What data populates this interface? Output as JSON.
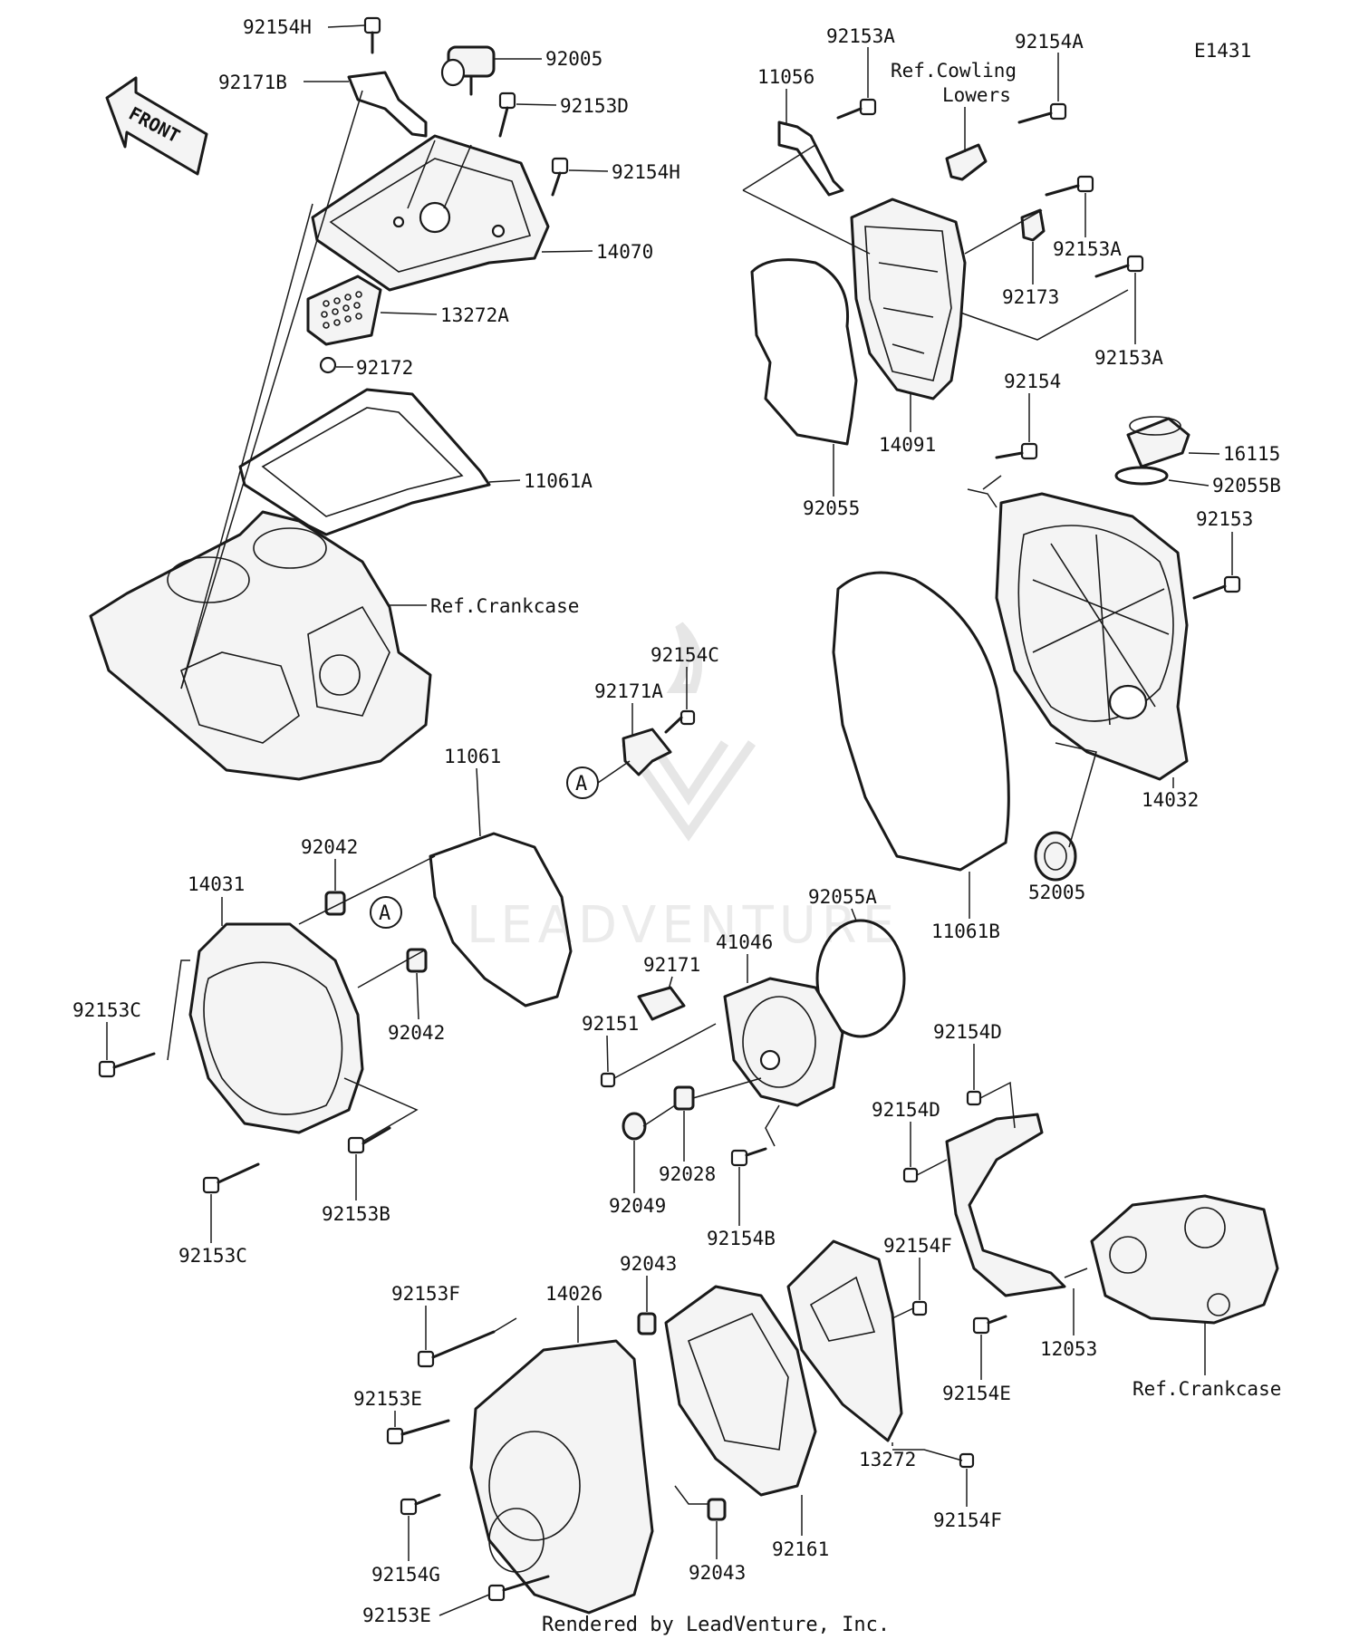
{
  "diagram_id": "E1431",
  "front_label": "FRONT",
  "watermark": "LEADVENTURE",
  "footer": "Rendered by LeadVenture, Inc.",
  "labels": {
    "p92154H_a": "92154H",
    "p92171B": "92171B",
    "p92005": "92005",
    "p92153D": "92153D",
    "p92154H_b": "92154H",
    "p14070": "14070",
    "p13272A": "13272A",
    "p92172": "92172",
    "p11061A": "11061A",
    "ref_crankcase_a": "Ref.Crankcase",
    "p92153A_a": "92153A",
    "p11056": "11056",
    "ref_cowling": "Ref.Cowling",
    "ref_cowling_2": "Lowers",
    "p92154A": "92154A",
    "p92153A_b": "92153A",
    "p92173": "92173",
    "p92153A_c": "92153A",
    "p14091": "14091",
    "p92055": "92055",
    "p92154": "92154",
    "p16115": "16115",
    "p92055B": "92055B",
    "p92153": "92153",
    "p14032": "14032",
    "p52005": "52005",
    "p11061B": "11061B",
    "p92154C": "92154C",
    "p92171A": "92171A",
    "marker_a1": "A",
    "p11061": "11061",
    "p92042_a": "92042",
    "p14031": "14031",
    "marker_a2": "A",
    "p92153C_a": "92153C",
    "p92042_b": "92042",
    "p92153B": "92153B",
    "p92153C_b": "92153C",
    "p92055A": "92055A",
    "p41046": "41046",
    "p92171": "92171",
    "p92151": "92151",
    "p92028": "92028",
    "p92049": "92049",
    "p92154B": "92154B",
    "p92154D_a": "92154D",
    "p92154D_b": "92154D",
    "p92043_a": "92043",
    "p92153F": "92153F",
    "p14026": "14026",
    "p92154F_a": "92154F",
    "p92153E_a": "92153E",
    "p12053": "12053",
    "ref_crankcase_b": "Ref.Crankcase",
    "p92154E": "92154E",
    "p13272": "13272",
    "p92154F_b": "92154F",
    "p92154G": "92154G",
    "p92043_b": "92043",
    "p92161": "92161",
    "p92153E_b": "92153E"
  }
}
